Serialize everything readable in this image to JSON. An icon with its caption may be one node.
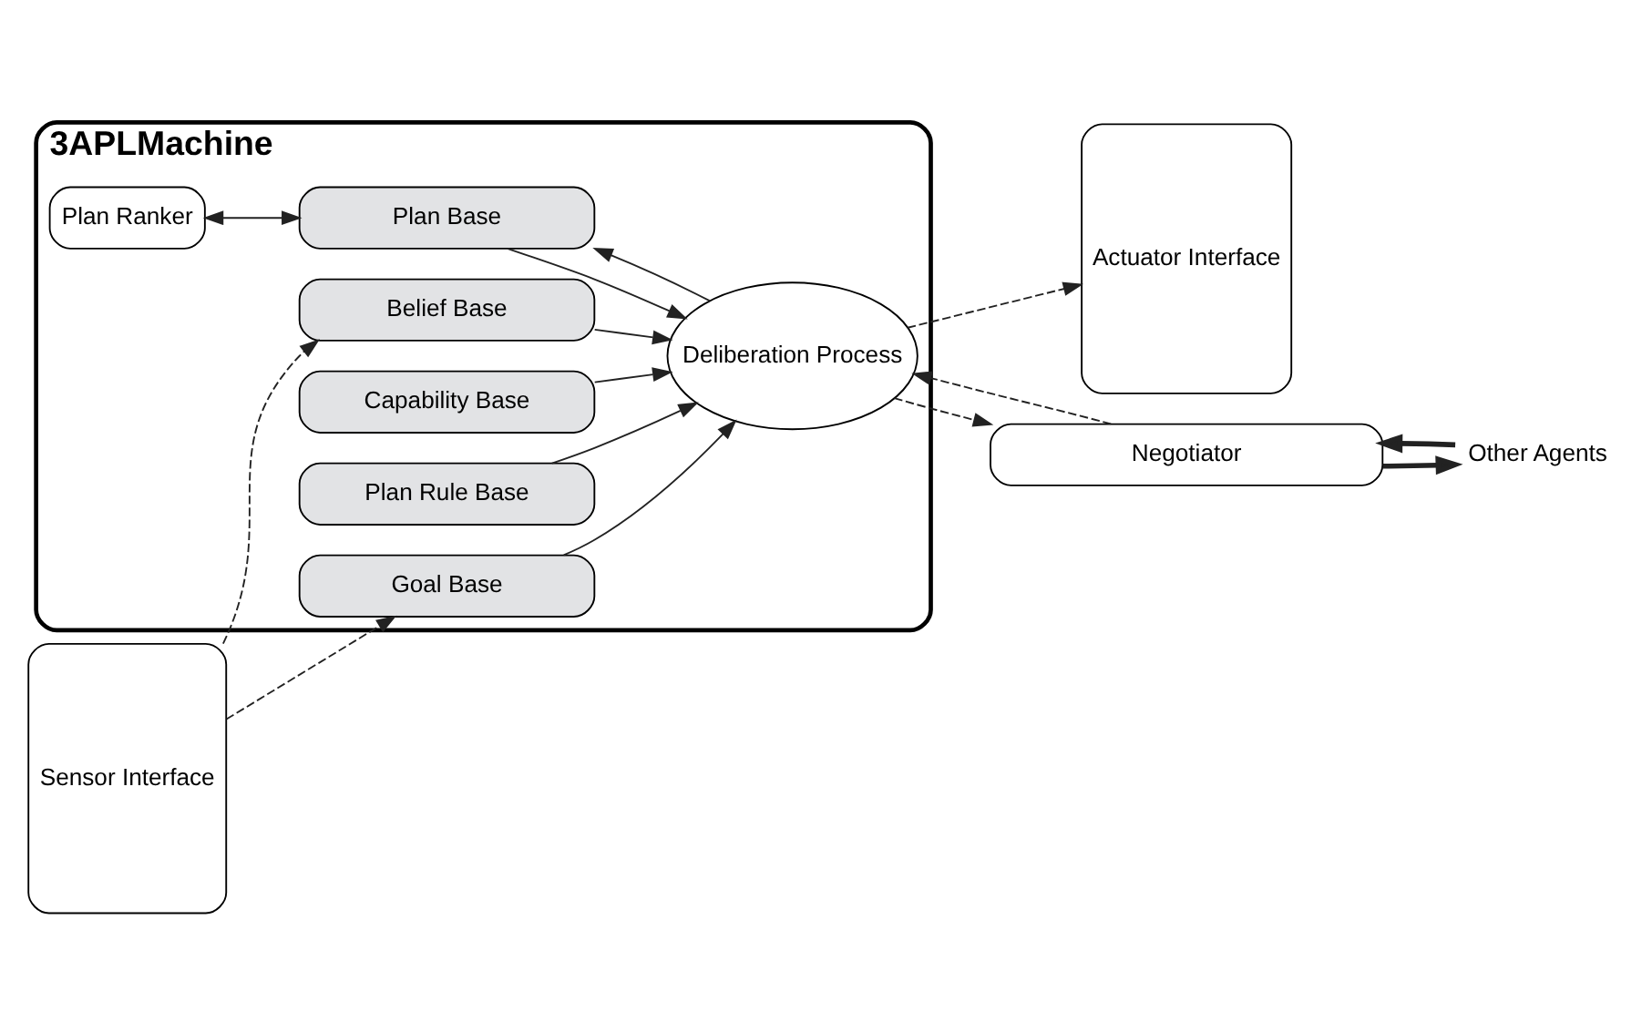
{
  "diagram": {
    "nodes": [
      {
        "text": [
          "3APLMachine"
        ]
      },
      {
        "text": [
          "Plan Ranker"
        ],
        "in": 0
      },
      {
        "text": [
          "Plan Base"
        ],
        "in": 0
      },
      {
        "text": [
          "Belief Base"
        ],
        "in": 0
      },
      {
        "text": [
          "Capability Base"
        ],
        "in": 0
      },
      {
        "text": [
          "Plan Rule Base"
        ],
        "in": 0
      },
      {
        "text": [
          "Goal Base"
        ],
        "in": 0
      },
      {
        "text": [
          "Deliberation Process"
        ],
        "in": 0
      },
      {
        "text": [
          "Sensor Interface"
        ]
      },
      {
        "text": [
          "Actuator Interface"
        ]
      },
      {
        "text": [
          "Negotiator"
        ]
      },
      {
        "text": [
          "Other Agents"
        ]
      }
    ],
    "edges": [
      {
        "from": 1,
        "to": 2,
        "arrow": "both"
      },
      {
        "from": 2,
        "to": 7,
        "arrow": "to"
      },
      {
        "from": 7,
        "to": 2,
        "arrow": "to"
      },
      {
        "from": 3,
        "to": 7,
        "arrow": "to"
      },
      {
        "from": 4,
        "to": 7,
        "arrow": "to"
      },
      {
        "from": 5,
        "to": 7,
        "arrow": "to"
      },
      {
        "from": 6,
        "to": 7,
        "arrow": "to"
      },
      {
        "from": 8,
        "to": 3,
        "arrow": "to",
        "style": "dashed"
      },
      {
        "from": 8,
        "to": 6,
        "arrow": "to",
        "style": "dashed"
      },
      {
        "from": 7,
        "to": 9,
        "arrow": "to",
        "style": "dashed"
      },
      {
        "from": 10,
        "to": 7,
        "arrow": "to",
        "style": "dashed"
      },
      {
        "from": 7,
        "to": 10,
        "arrow": "to",
        "style": "dashed"
      },
      {
        "from": 11,
        "to": 10,
        "arrow": "to",
        "style": "thick"
      },
      {
        "from": 10,
        "to": 11,
        "arrow": "to",
        "style": "thick"
      }
    ]
  }
}
